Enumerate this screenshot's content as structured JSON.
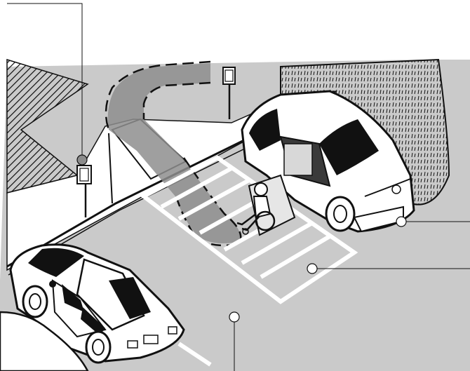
{
  "illustration": {
    "callouts": [
      {
        "id": "sign-callout"
      },
      {
        "id": "van-callout"
      },
      {
        "id": "access-aisle-callout"
      },
      {
        "id": "parking-surface-callout"
      }
    ]
  },
  "colors": {
    "ink": "#111111",
    "pavement": "#c9c9c9",
    "route_shading": "#8e8e8e",
    "vehicle_fill": "#ffffff",
    "background": "#ffffff"
  },
  "icons": [
    "wheelchair-user-icon",
    "parking-sign-icon"
  ]
}
